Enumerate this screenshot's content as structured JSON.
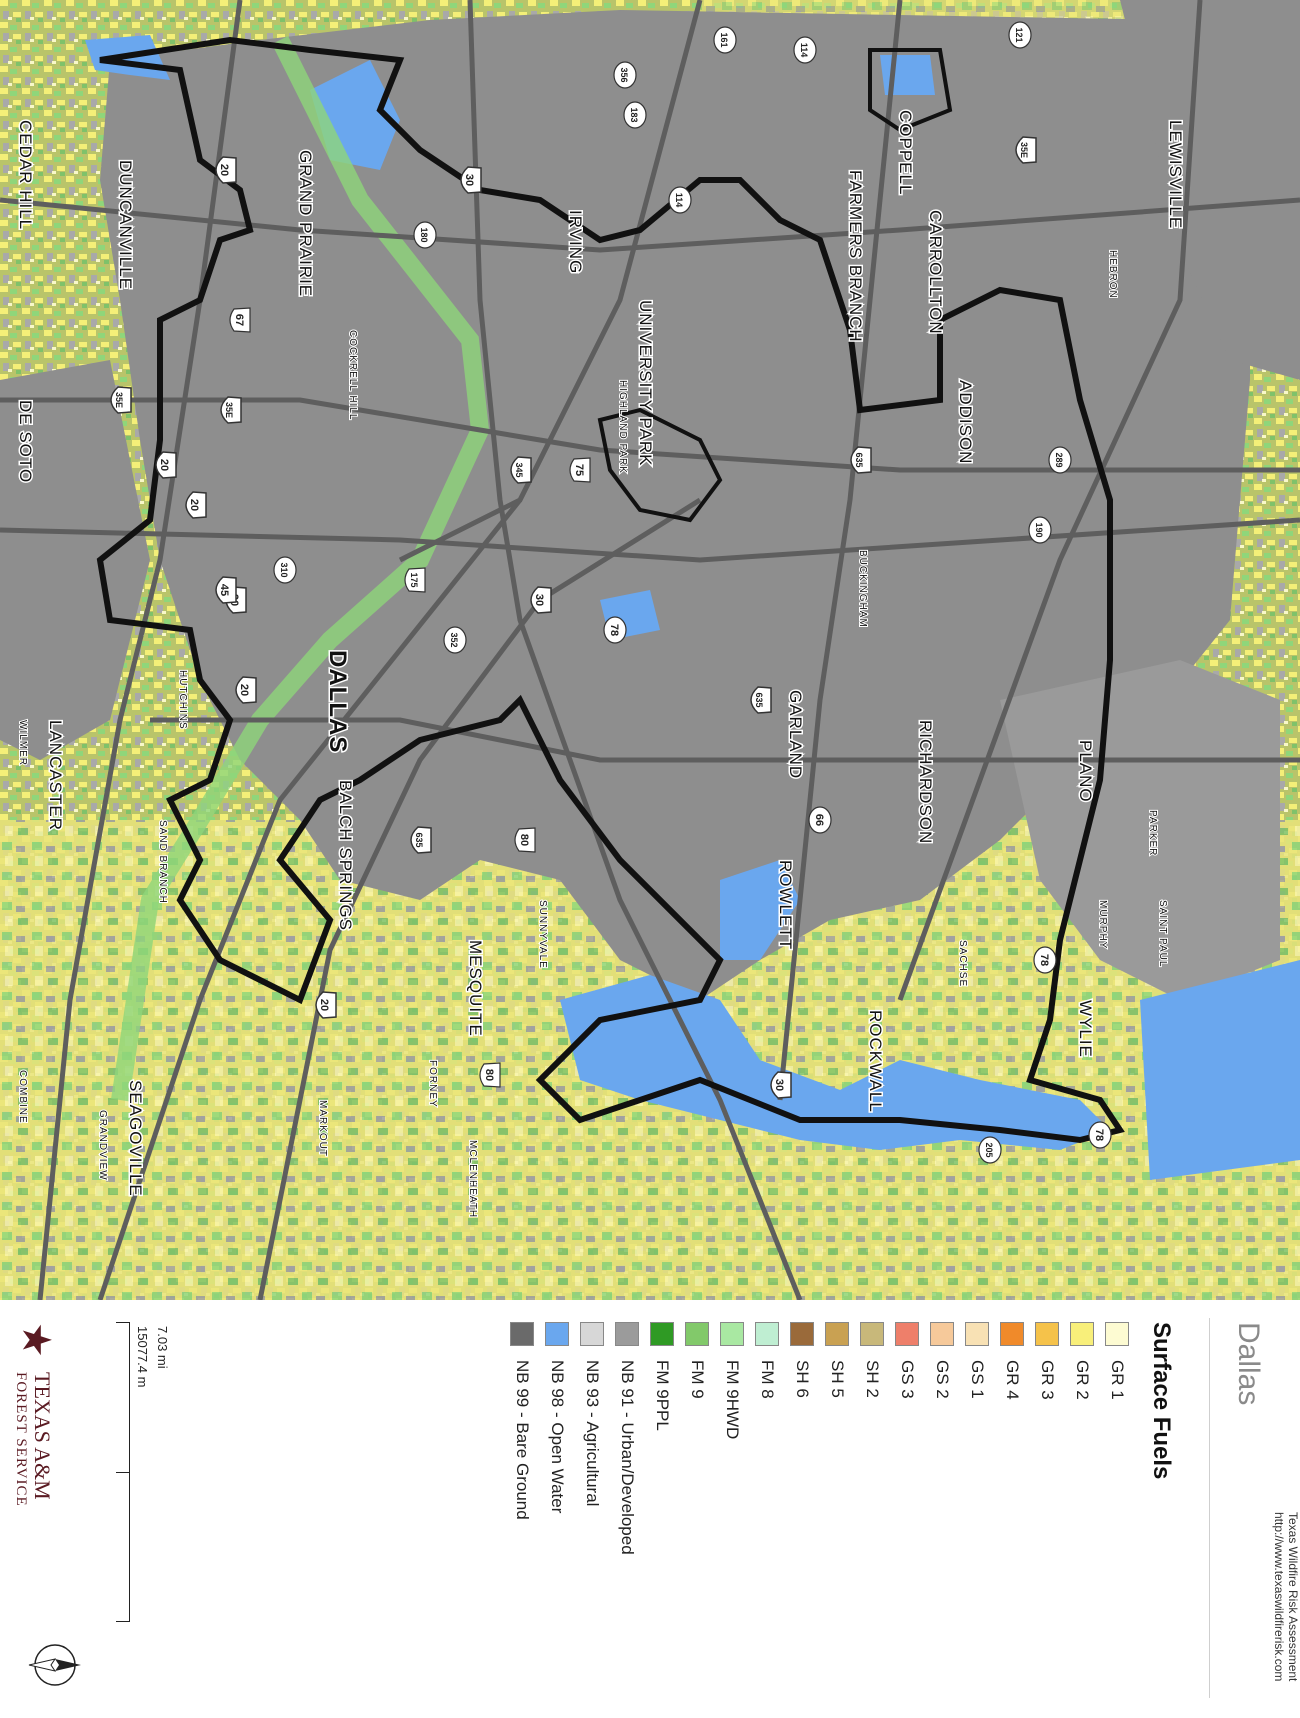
{
  "map": {
    "area_title": "Dallas",
    "colors": {
      "urban": "#8e8e8e",
      "water": "#6aa7ee",
      "grass": "#f2ee7a",
      "green": "#8fd67a",
      "background": "#a9a9a9",
      "road": "#5e5e5e",
      "boundary": "#111111"
    },
    "places": [
      {
        "label": "DALLAS",
        "size": "big"
      },
      {
        "label": "DUNCANVILLE",
        "size": "med"
      },
      {
        "label": "GRAND PRAIRIE",
        "size": "med"
      },
      {
        "label": "COPPELL",
        "size": "med"
      },
      {
        "label": "FARMERS BRANCH",
        "size": "med"
      },
      {
        "label": "CARROLLTON",
        "size": "med"
      },
      {
        "label": "LEWISVILLE",
        "size": "med"
      },
      {
        "label": "IRVING",
        "size": "med"
      },
      {
        "label": "UNIVERSITY PARK",
        "size": "med"
      },
      {
        "label": "HIGHLAND PARK",
        "size": "small"
      },
      {
        "label": "COCKRELL HILL",
        "size": "small"
      },
      {
        "label": "ADDISON",
        "size": "med"
      },
      {
        "label": "HEBRON",
        "size": "small"
      },
      {
        "label": "PLANO",
        "size": "med"
      },
      {
        "label": "RICHARDSON",
        "size": "med"
      },
      {
        "label": "GARLAND",
        "size": "med"
      },
      {
        "label": "BUCKINGHAM",
        "size": "small"
      },
      {
        "label": "ROWLETT",
        "size": "med"
      },
      {
        "label": "SACHSE",
        "size": "small"
      },
      {
        "label": "MURPHY",
        "size": "small"
      },
      {
        "label": "PARKER",
        "size": "small"
      },
      {
        "label": "SAINT PAUL",
        "size": "small"
      },
      {
        "label": "WYLIE",
        "size": "med"
      },
      {
        "label": "ROCKWALL",
        "size": "med"
      },
      {
        "label": "MESQUITE",
        "size": "med"
      },
      {
        "label": "SUNNYVALE",
        "size": "small"
      },
      {
        "label": "BALCH SPRINGS",
        "size": "med"
      },
      {
        "label": "FORNEY",
        "size": "small"
      },
      {
        "label": "MARKOUT",
        "size": "small"
      },
      {
        "label": "SEAGOVILLE",
        "size": "med"
      },
      {
        "label": "GRANDVIEW",
        "size": "small"
      },
      {
        "label": "HUTCHINS",
        "size": "small"
      },
      {
        "label": "SAND BRANCH",
        "size": "small"
      },
      {
        "label": "WILMER",
        "size": "small"
      },
      {
        "label": "LANCASTER",
        "size": "med"
      },
      {
        "label": "DE SOTO",
        "size": "med"
      },
      {
        "label": "CEDAR HILL",
        "size": "med"
      },
      {
        "label": "COMBINE",
        "size": "small"
      },
      {
        "label": "MCLENDON",
        "size": "small"
      },
      {
        "label": "HEATH",
        "size": "small"
      }
    ],
    "shields": [
      {
        "num": "20",
        "type": "interstate"
      },
      {
        "num": "20",
        "type": "interstate"
      },
      {
        "num": "20",
        "type": "interstate"
      },
      {
        "num": "20",
        "type": "interstate"
      },
      {
        "num": "20",
        "type": "interstate"
      },
      {
        "num": "20",
        "type": "interstate"
      },
      {
        "num": "30",
        "type": "interstate"
      },
      {
        "num": "30",
        "type": "interstate"
      },
      {
        "num": "30",
        "type": "interstate"
      },
      {
        "num": "35E",
        "type": "interstate"
      },
      {
        "num": "35E",
        "type": "interstate"
      },
      {
        "num": "35E",
        "type": "interstate"
      },
      {
        "num": "45",
        "type": "interstate"
      },
      {
        "num": "345",
        "type": "interstate"
      },
      {
        "num": "635",
        "type": "interstate"
      },
      {
        "num": "635",
        "type": "interstate"
      },
      {
        "num": "635",
        "type": "interstate"
      },
      {
        "num": "175",
        "type": "us"
      },
      {
        "num": "75",
        "type": "us"
      },
      {
        "num": "67",
        "type": "us"
      },
      {
        "num": "80",
        "type": "us"
      },
      {
        "num": "80",
        "type": "us"
      },
      {
        "num": "183",
        "type": "state"
      },
      {
        "num": "356",
        "type": "state"
      },
      {
        "num": "161",
        "type": "state"
      },
      {
        "num": "114",
        "type": "state"
      },
      {
        "num": "114",
        "type": "state"
      },
      {
        "num": "121",
        "type": "state"
      },
      {
        "num": "180",
        "type": "state"
      },
      {
        "num": "289",
        "type": "state"
      },
      {
        "num": "190",
        "type": "state"
      },
      {
        "num": "78",
        "type": "state"
      },
      {
        "num": "78",
        "type": "state"
      },
      {
        "num": "78",
        "type": "state"
      },
      {
        "num": "310",
        "type": "state"
      },
      {
        "num": "352",
        "type": "state"
      },
      {
        "num": "66",
        "type": "state"
      },
      {
        "num": "205",
        "type": "state"
      }
    ]
  },
  "legend": {
    "heading": "Surface Fuels",
    "items": [
      {
        "code": "GR 1",
        "color": "#fdfbd2"
      },
      {
        "code": "GR 2",
        "color": "#f8ef7a"
      },
      {
        "code": "GR 3",
        "color": "#f5c24a"
      },
      {
        "code": "GR 4",
        "color": "#f08a2a"
      },
      {
        "code": "GS 1",
        "color": "#f8e1b4"
      },
      {
        "code": "GS 2",
        "color": "#f6c99a"
      },
      {
        "code": "GS 3",
        "color": "#ee7f6a"
      },
      {
        "code": "SH 2",
        "color": "#c8b87a"
      },
      {
        "code": "SH 5",
        "color": "#c9a152"
      },
      {
        "code": "SH 6",
        "color": "#9a6a3a"
      },
      {
        "code": "FM 8",
        "color": "#bfeed2"
      },
      {
        "code": "FM 9HWD",
        "color": "#a9e8a2"
      },
      {
        "code": "FM 9",
        "color": "#82c96a"
      },
      {
        "code": "FM 9PPL",
        "color": "#2f9a24"
      },
      {
        "code": "NB 91 - Urban/Developed",
        "color": "#9b9b9b"
      },
      {
        "code": "NB 93 - Agricultural",
        "color": "#d7d7d7"
      },
      {
        "code": "NB 98 - Open Water",
        "color": "#6aa7ee"
      },
      {
        "code": "NB 99 - Bare Ground",
        "color": "#6a6a6a"
      }
    ]
  },
  "scale": {
    "miles": "7.03 mi",
    "meters": "15077.4 m"
  },
  "logo": {
    "line1": "TEXAS A&M",
    "line2": "FOREST SERVICE",
    "star": "★"
  },
  "credit": {
    "line1": "Texas Wildfire Risk Assessment",
    "line2": "http://www.texaswildfirerisk.com"
  },
  "north": "N"
}
